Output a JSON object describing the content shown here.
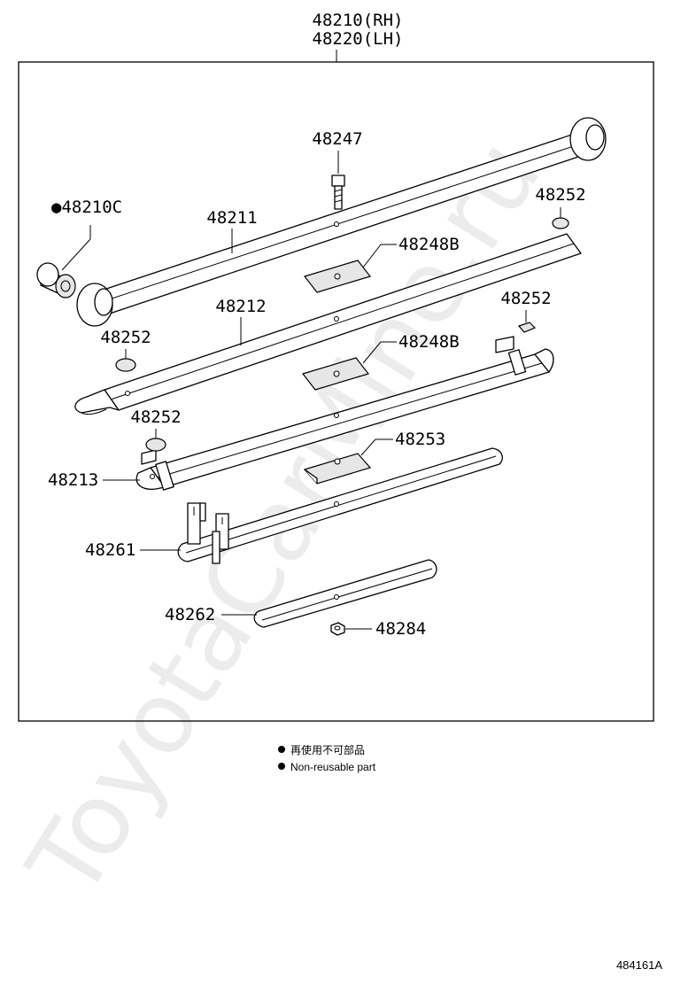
{
  "title": {
    "line1": "48210(RH)",
    "line2": "48220(LH)"
  },
  "callouts": {
    "p48247": "48247",
    "p48210c": "●48210C",
    "p48211": "48211",
    "p48252_a": "48252",
    "p48248b_a": "48248B",
    "p48212": "48212",
    "p48252_b": "48252",
    "p48252_c": "48252",
    "p48248b_b": "48248B",
    "p48252_d": "48252",
    "p48253": "48253",
    "p48213": "48213",
    "p48261": "48261",
    "p48262": "48262",
    "p48284": "48284"
  },
  "legend": {
    "line_jp": "再使用不可部品",
    "line_en": "Non-reusable part"
  },
  "watermark": "ToyotaCarMine.ru",
  "figure_code": "484161A"
}
